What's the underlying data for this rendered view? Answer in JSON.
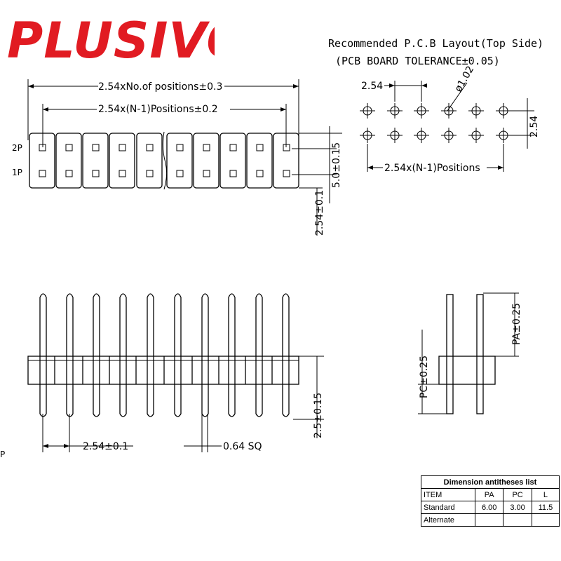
{
  "brand": {
    "logo": "PLUSIVO",
    "logo_color": "#e11b22"
  },
  "layout_title": {
    "line1": "Recommended P.C.B Layout(Top Side)",
    "line2": "(PCB BOARD TOLERANCE±0.05)"
  },
  "top_view": {
    "dim_total": "2.54xNo.of positions±0.3",
    "dim_pitch_span": "2.54x(N-1)Positions±0.2",
    "row_label_2": "2P",
    "row_label_1": "1P",
    "dim_row_spacing": "5.0±0.15",
    "dim_height": "2.54±0.1"
  },
  "pcb_layout": {
    "dim_pitch": "2.54",
    "dim_hole": "ø1.02",
    "dim_row_pitch": "2.54",
    "dim_span": "2.54x(N-1)Positions"
  },
  "front_view": {
    "dim_pitch": "2.54±0.1",
    "dim_pin": "0.64 SQ",
    "dim_tail": "2.5±0.15"
  },
  "side_view": {
    "dim_pa": "PA±0.25",
    "dim_pc": "PC±0.25"
  },
  "table": {
    "caption": "Dimension antitheses list",
    "headers": [
      "ITEM",
      "PA",
      "PC",
      "L"
    ],
    "rows": [
      [
        "Standard",
        "6.00",
        "3.00",
        "11.5"
      ],
      [
        "Alternate",
        "",
        "",
        ""
      ]
    ]
  },
  "edge_fragment": "P"
}
